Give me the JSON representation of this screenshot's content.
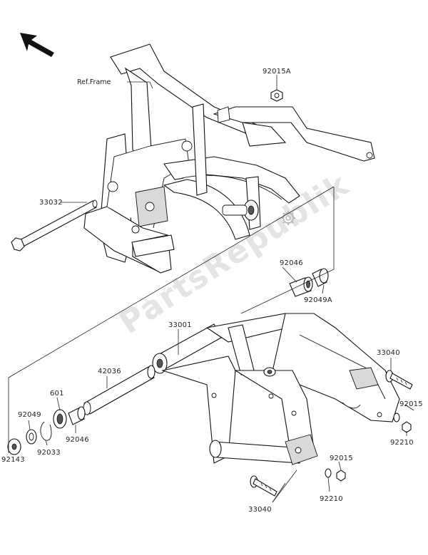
{
  "watermark": "PartsRepublik",
  "labels": {
    "ref_frame": "Ref.Frame",
    "p92015A": "92015A",
    "p33032": "33032",
    "p92046_top": "92046",
    "p92049A": "92049A",
    "p33001": "33001",
    "p42036": "42036",
    "p601": "601",
    "p92049": "92049",
    "p92046_low": "92046",
    "p92033": "92033",
    "p92143": "92143",
    "p33040_right": "33040",
    "p92015_right": "92015",
    "p92210_right": "92210",
    "p92015_low": "92015",
    "p92210_low": "92210",
    "p33040_low": "33040"
  },
  "icons": {
    "orientation_arrow": "arrow-upper-left-icon",
    "gear": "gear-icon"
  }
}
